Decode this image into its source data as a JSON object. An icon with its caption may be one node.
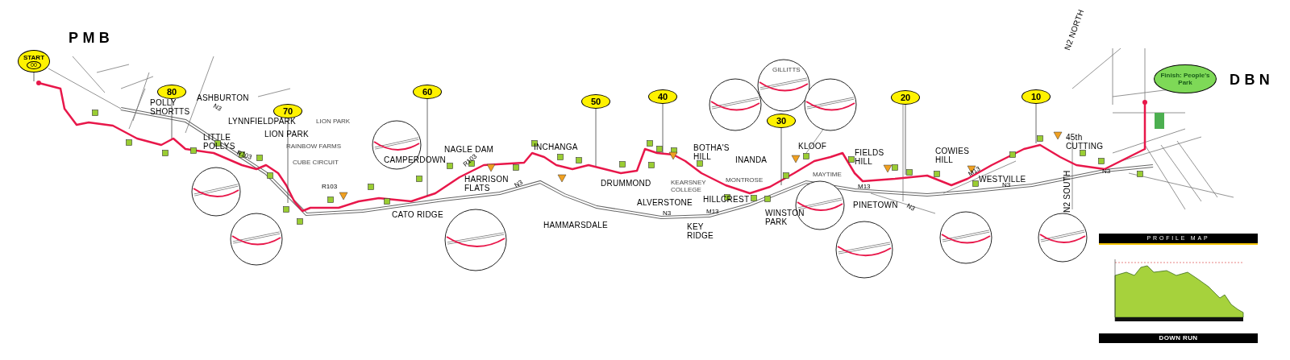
{
  "diagram": {
    "nodes": [
      {
        "text": [
          "START",
          "00"
        ]
      },
      {
        "text": [
          "80"
        ]
      },
      {
        "text": [
          "70"
        ]
      },
      {
        "text": [
          "60"
        ]
      },
      {
        "text": [
          "50"
        ]
      },
      {
        "text": [
          "40"
        ]
      },
      {
        "text": [
          "30"
        ]
      },
      {
        "text": [
          "20"
        ]
      },
      {
        "text": [
          "10"
        ]
      },
      {
        "text": [
          "Finish: People's Park"
        ]
      }
    ],
    "edges": [
      {
        "from": 0,
        "to": null,
        "arrow": "none"
      },
      {
        "from": 1,
        "to": null,
        "arrow": "none"
      },
      {
        "from": 2,
        "to": null,
        "arrow": "none"
      },
      {
        "from": 3,
        "to": null,
        "arrow": "none"
      },
      {
        "from": 4,
        "to": null,
        "arrow": "none"
      },
      {
        "from": 5,
        "to": null,
        "arrow": "none"
      },
      {
        "from": 6,
        "to": null,
        "arrow": "none"
      },
      {
        "from": 7,
        "to": null,
        "arrow": "none"
      },
      {
        "from": 8,
        "to": null,
        "arrow": "none"
      }
    ],
    "labels": [
      "PMB",
      "DBN",
      "POLLY SHORTTS",
      "ASHBURTON",
      "LYNNFIELDPARK",
      "LION PARK",
      "LITTLE POLLYS",
      "R103",
      "N3",
      "LION PARK",
      "RAINBOW FARMS",
      "CUBE CIRCUIT",
      "R103",
      "CAMPERDOWN",
      "CATO RIDGE",
      "NAGLE DAM",
      "HARRISON FLATS",
      "R103",
      "N3",
      "HAMMARSDALE",
      "INCHANGA",
      "DRUMMOND",
      "ALVERSTONE",
      "N3",
      "M13",
      "KEY RIDGE",
      "BOTHA'S HILL",
      "KEARSNEY COLLEGE",
      "INANDA",
      "HILLCREST",
      "MONTROSE",
      "WINSTON PARK",
      "KLOOF",
      "MAYTIME",
      "FIELDS HILL",
      "PINETOWN",
      "M13",
      "N3",
      "COWIES HILL",
      "M13",
      "WESTVILLE",
      "N3",
      "45th CUTTING",
      "N2 NORTH",
      "N2 SOUTH",
      "N3",
      "GILLITTS",
      "PROFILE MAP",
      "DOWN RUN"
    ]
  }
}
